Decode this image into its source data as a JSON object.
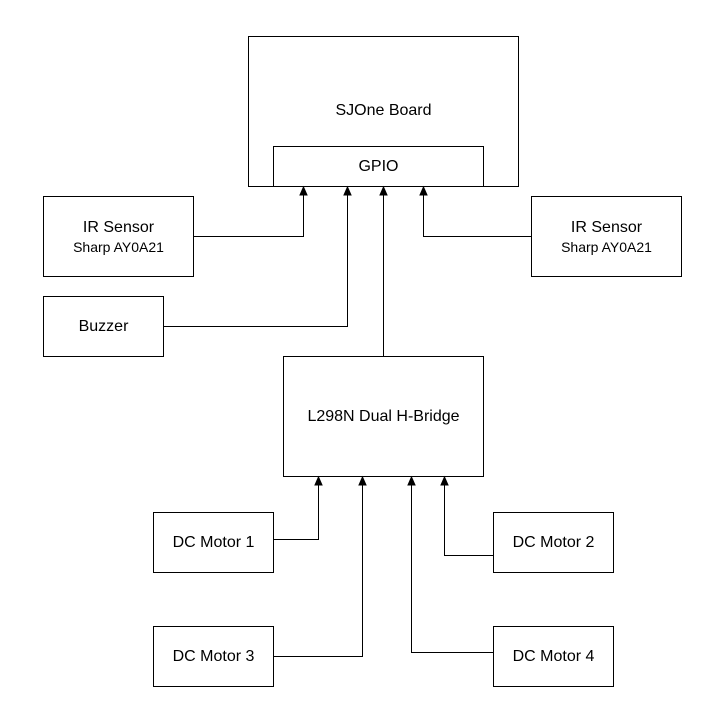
{
  "nodes": {
    "sjone_board": {
      "label": "SJOne Board"
    },
    "gpio": {
      "label": "GPIO"
    },
    "ir_sensor_left": {
      "label": "IR Sensor",
      "sublabel": "Sharp AY0A21"
    },
    "ir_sensor_right": {
      "label": "IR Sensor",
      "sublabel": "Sharp AY0A21"
    },
    "buzzer": {
      "label": "Buzzer"
    },
    "h_bridge": {
      "label": "L298N Dual H-Bridge"
    },
    "dc_motor_1": {
      "label": "DC Motor 1"
    },
    "dc_motor_2": {
      "label": "DC Motor 2"
    },
    "dc_motor_3": {
      "label": "DC Motor 3"
    },
    "dc_motor_4": {
      "label": "DC Motor 4"
    }
  },
  "connections": [
    {
      "from": "ir_sensor_left",
      "to": "gpio"
    },
    {
      "from": "buzzer",
      "to": "gpio"
    },
    {
      "from": "h_bridge",
      "to": "gpio"
    },
    {
      "from": "ir_sensor_right",
      "to": "gpio"
    },
    {
      "from": "dc_motor_1",
      "to": "h_bridge"
    },
    {
      "from": "dc_motor_3",
      "to": "h_bridge"
    },
    {
      "from": "dc_motor_4",
      "to": "h_bridge"
    },
    {
      "from": "dc_motor_2",
      "to": "h_bridge"
    }
  ],
  "colors": {
    "stroke": "#000000",
    "background": "#ffffff",
    "text": "#000000"
  }
}
